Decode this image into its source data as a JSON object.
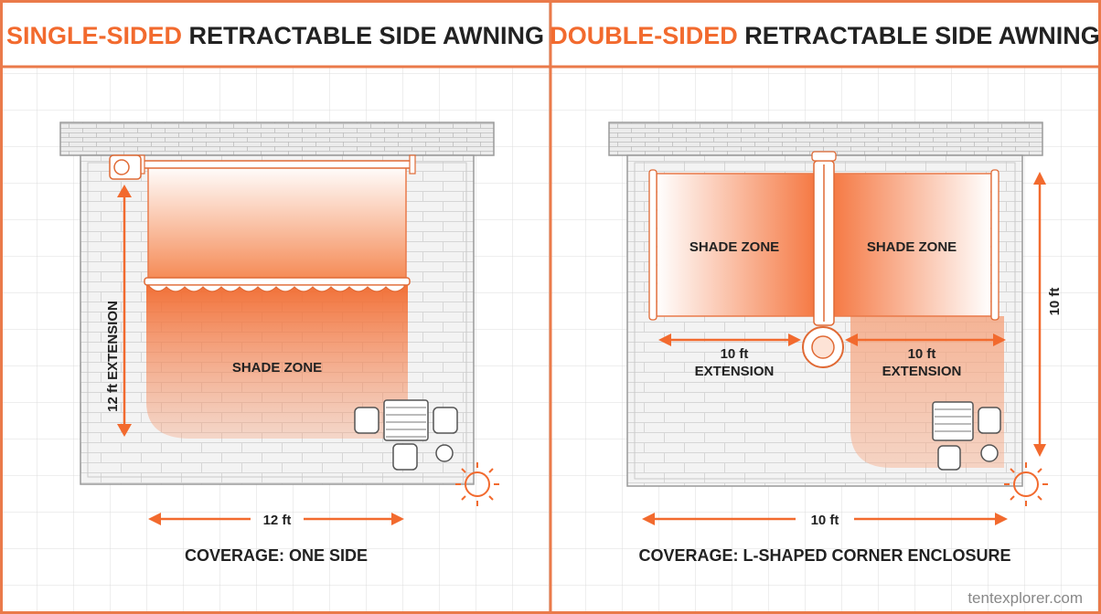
{
  "colors": {
    "accent": "#f26a2e",
    "frame": "#ea7a4a",
    "dark_text": "#222222",
    "grid": "#d9d9d9",
    "brick": "#c8c8c8"
  },
  "left": {
    "title_accent": "SINGLE-SIDED",
    "title_rest": " RETRACTABLE SIDE AWNING",
    "shade_label": "SHADE ZONE",
    "extension_label": "12 ft EXTENSION",
    "width_label": "12 ft",
    "coverage": "COVERAGE: ONE SIDE"
  },
  "right": {
    "title_accent": "DOUBLE-SIDED",
    "title_rest": " RETRACTABLE SIDE AWNING",
    "shade_label_left": "SHADE ZONE",
    "shade_label_right": "SHADE ZONE",
    "ext_left_line1": "10 ft",
    "ext_left_line2": "EXTENSION",
    "ext_right_line1": "10 ft",
    "ext_right_line2": "EXTENSION",
    "height_label": "10 ft",
    "width_label": "10 ft",
    "coverage": "COVERAGE: L-SHAPED CORNER ENCLOSURE"
  },
  "icons": {
    "sun": "sun-icon",
    "table": "patio-table-icon",
    "chair": "chair-icon",
    "heater": "heater-icon",
    "planter": "planter-icon"
  },
  "watermark": "tentexplorer.com"
}
